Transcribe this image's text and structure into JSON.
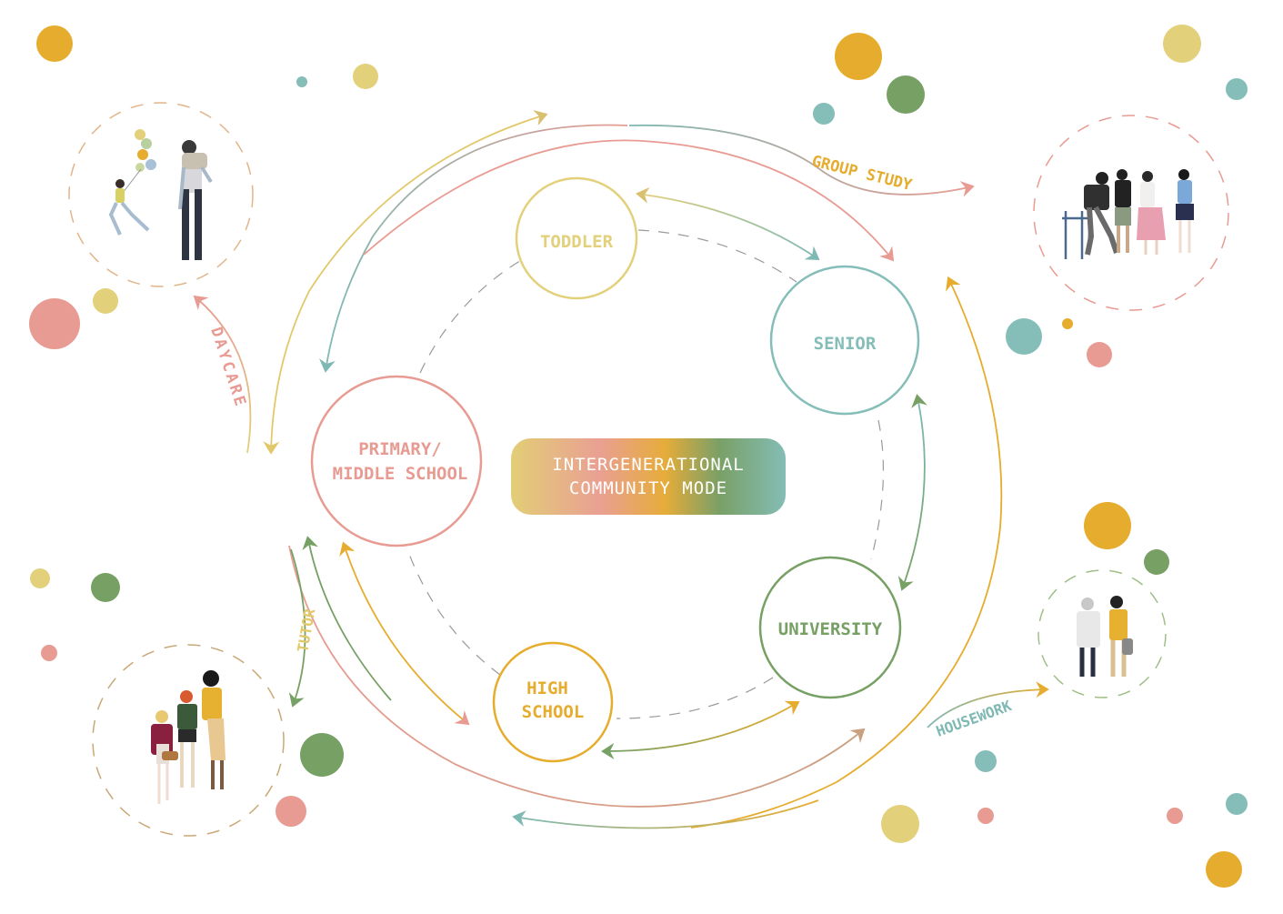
{
  "colors": {
    "pink": "#e89b92",
    "yellow": "#e2d07a",
    "orange": "#e6ac2e",
    "green": "#76a064",
    "teal": "#85bdb8",
    "gray": "#9a9a9a"
  },
  "center": {
    "line1": "INTERGENERATIONAL",
    "line2": "COMMUNITY MODE"
  },
  "nodes": {
    "toddler": {
      "label": "TODDLER"
    },
    "senior": {
      "label": "SENIOR"
    },
    "primary": {
      "line1": "PRIMARY/",
      "line2": "MIDDLE SCHOOL"
    },
    "university": {
      "label": "UNIVERSITY"
    },
    "high": {
      "line1": "HIGH",
      "line2": "SCHOOL"
    }
  },
  "activities": {
    "daycare": "DAYCARE",
    "group_study": "GROUP STUDY",
    "tutor": "TUTOR",
    "housework": "HOUSEWORK"
  },
  "scenes": {
    "daycare": "family-with-balloons-illustration",
    "group_study": "students-studying-together-illustration",
    "tutor": "teacher-with-children-illustration",
    "housework": "senior-and-helper-illustration"
  }
}
